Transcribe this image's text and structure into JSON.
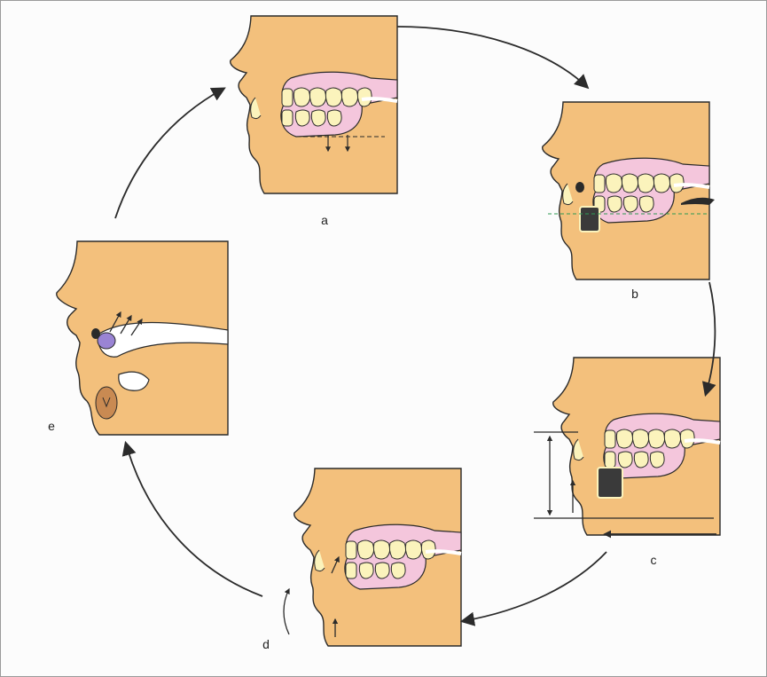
{
  "colors": {
    "skin": "#f3c07c",
    "gum": "#f4c6dc",
    "tooth": "#fbf3bc",
    "outline": "#2a2a2a",
    "arrow": "#2b2b2b",
    "food": "#3a3a3a",
    "tongue_tip": "#9a84d4",
    "chin_mass": "#c98a52"
  },
  "steps": [
    {
      "id": "a",
      "label": "a"
    },
    {
      "id": "b",
      "label": "b"
    },
    {
      "id": "c",
      "label": "c"
    },
    {
      "id": "d",
      "label": "d"
    },
    {
      "id": "e",
      "label": "e"
    }
  ],
  "icons": {
    "cycle_arrow": "curved-arrow-icon",
    "motion_arrow": "small-arrow-icon"
  }
}
